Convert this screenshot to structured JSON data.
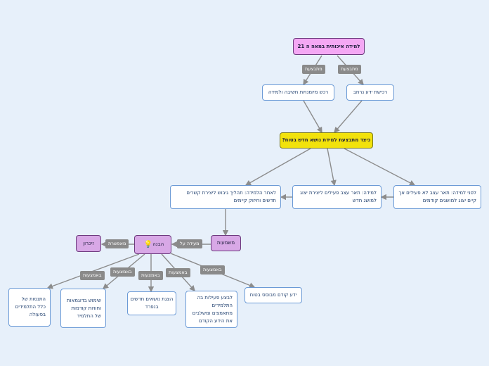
{
  "nodes": {
    "root": "למידה איכותית במאה ה 21",
    "need_perception": "רכישת ידע נרחב",
    "stress": "רכש מיומנויות חשיבה ולמידה",
    "question": "כיצד מתבצעת למידת נושא חדש בטוח?",
    "before": "לפני למידה: תאר עצב לא פעילים אך קיים יצוג למושגים קודמים",
    "during": "למידה: תאר עצב פעילים ליצירת יצוג למושג חדש",
    "after": "לאחר הלמידה: תהליך גיבוש ליצירת קשרים חדשים וחיזוק קיימים",
    "meaning": "משמעות",
    "understanding": "הבנה",
    "memory": "זיכרון",
    "c1": "התנסות של כלל התלמידים בפעולה",
    "c2": "שימוש בדוגמאות וחוויות קודמות של התלמיד",
    "c3": "הצגת נושאים חדשים בנפרד",
    "c4": "לבצע פעילות בה התלמידים מתאמצים ומשלבים את הידע הקודם",
    "c5": "ידע קודם מבוסס בטוח"
  },
  "labels": {
    "l_left": "מתבצעת",
    "l_right": "מתבצעת",
    "l_meaning": "מעידה על",
    "l_memory": "מאפשרת",
    "l_c1": "באמצעות",
    "l_c2": "באמצעות",
    "l_c3": "באמצעות",
    "l_c4": "באמצעות",
    "l_c5": "באמצעות"
  },
  "icons": {
    "understanding_icon": "light-bulb-icon"
  },
  "colors": {
    "background": "#e7f0fa",
    "root_fill": "#f4a8f4",
    "question_fill": "#f2e20c",
    "purple_fill": "#d8a8e6",
    "node_border": "#6b9ad6",
    "label_fill": "#8a8a8a",
    "link_color": "#8c8c8c"
  }
}
